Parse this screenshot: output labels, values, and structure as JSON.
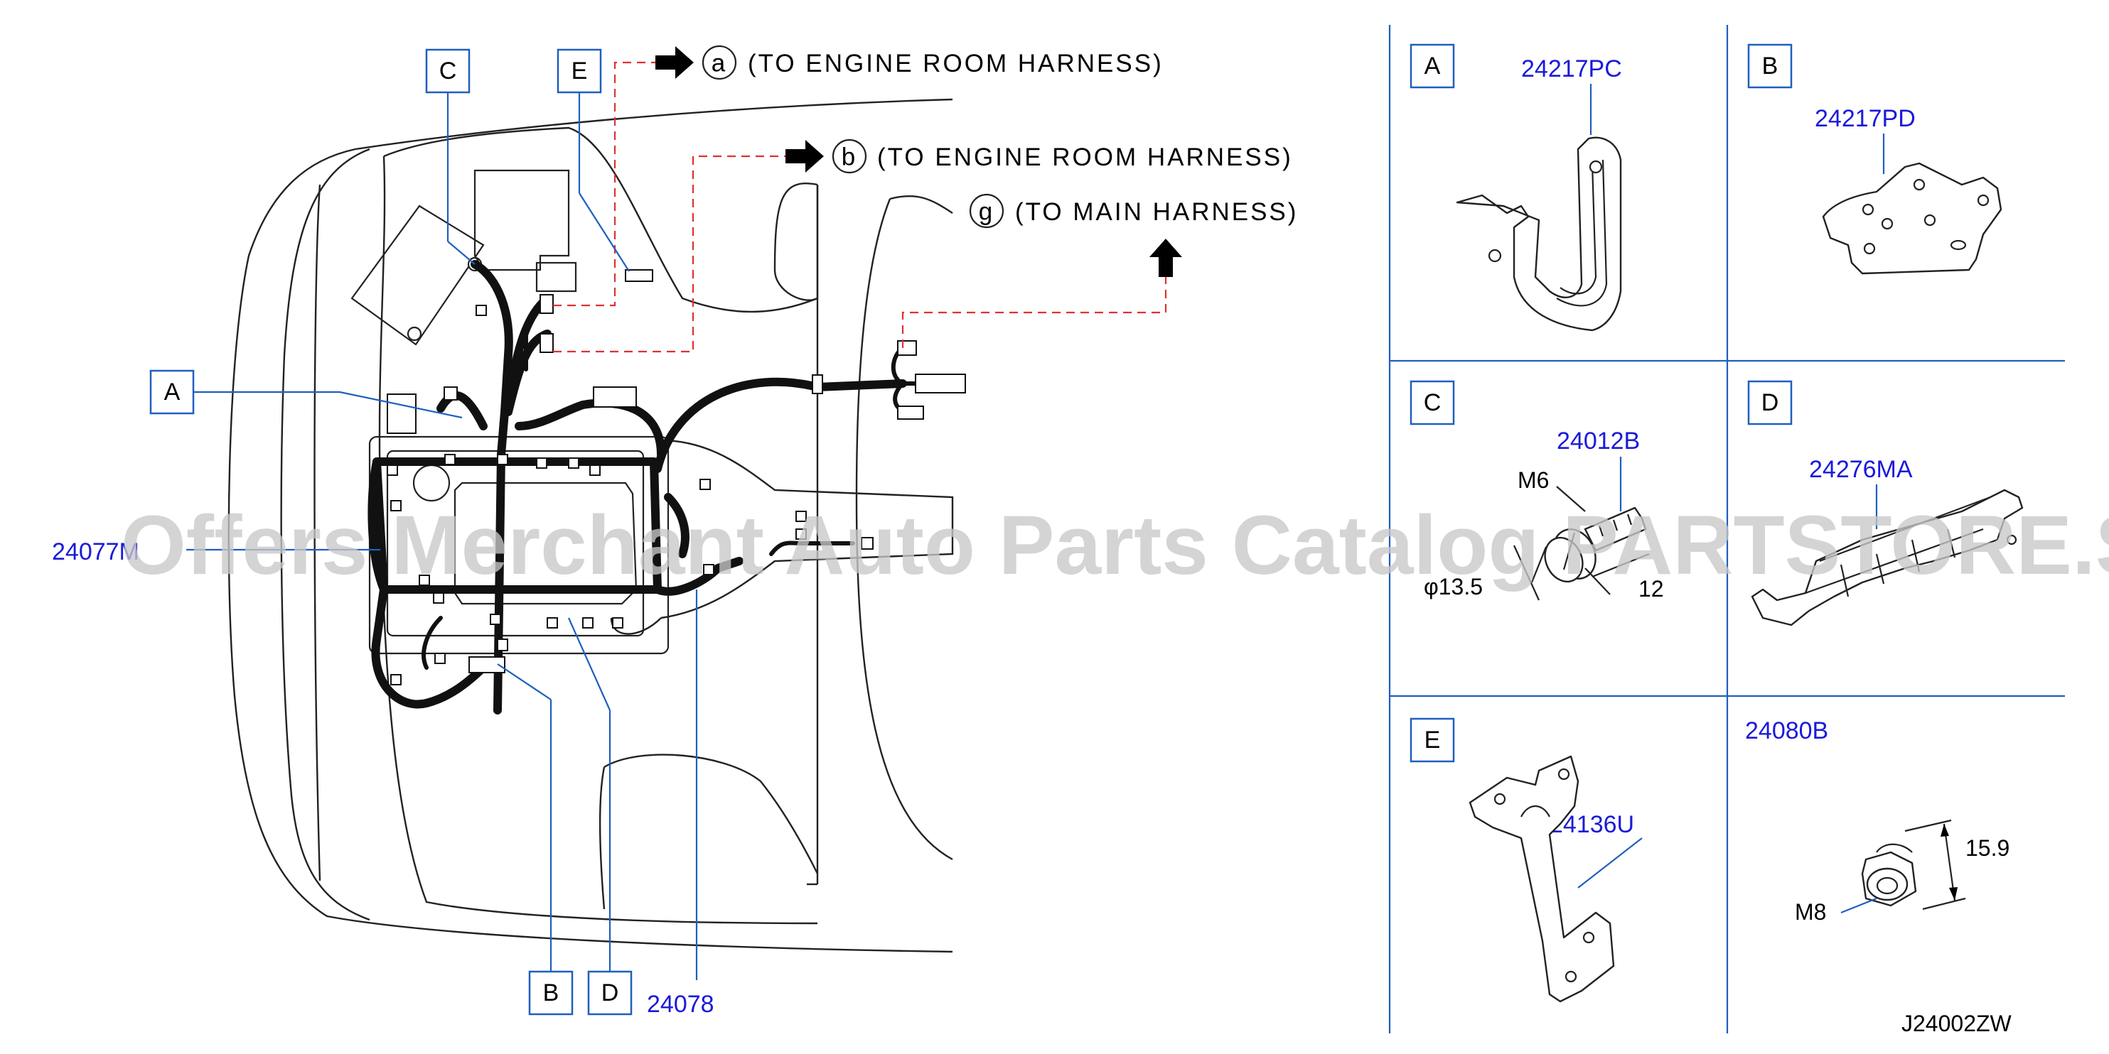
{
  "diagram": {
    "callouts": {
      "A": "A",
      "B": "B",
      "C": "C",
      "D": "D",
      "E": "E"
    },
    "destinations": [
      {
        "marker": "a",
        "text": "(TO ENGINE ROOM HARNESS)"
      },
      {
        "marker": "b",
        "text": "(TO ENGINE ROOM HARNESS)"
      },
      {
        "marker": "g",
        "text": "(TO MAIN HARNESS)"
      }
    ],
    "part_numbers": {
      "harness_main": "24077M",
      "harness_sub": "24078"
    }
  },
  "panels": {
    "A": {
      "letter": "A",
      "part": "24217PC"
    },
    "B": {
      "letter": "B",
      "part": "24217PD"
    },
    "C": {
      "letter": "C",
      "part": "24012B",
      "thread": "M6",
      "diameter": "φ13.5",
      "length": "12"
    },
    "D": {
      "letter": "D",
      "part": "24276MA"
    },
    "E": {
      "letter": "E",
      "part": "24136U"
    },
    "F": {
      "part": "24080B",
      "thread": "M8",
      "height": "15.9"
    }
  },
  "reference_code": "J24002ZW",
  "watermark": "Offers Merchant Auto Parts Catalog PARTSTORE.SA"
}
